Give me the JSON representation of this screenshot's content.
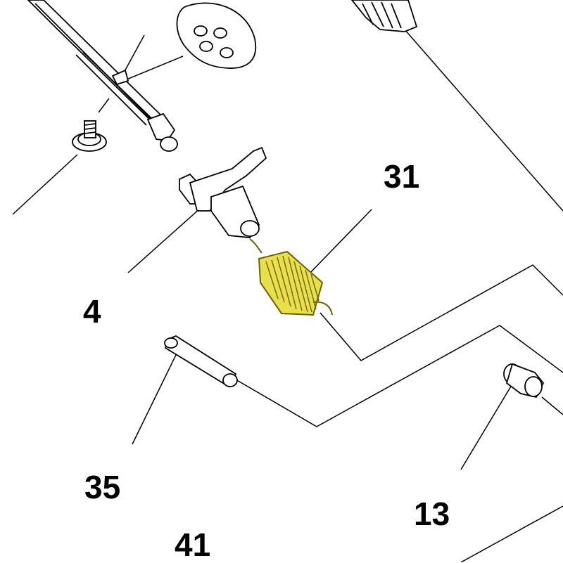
{
  "diagram": {
    "callouts": [
      {
        "id": "callout-31",
        "text": "31"
      },
      {
        "id": "callout-4",
        "text": "4"
      },
      {
        "id": "callout-35",
        "text": "35"
      },
      {
        "id": "callout-13",
        "text": "13"
      },
      {
        "id": "callout-41",
        "text": "41"
      }
    ],
    "colors": {
      "line": "#000000",
      "highlight_fill": "#e8e04a",
      "highlight_stroke": "#6b6200",
      "background": "#ffffff"
    },
    "highlighted_part": "31"
  }
}
